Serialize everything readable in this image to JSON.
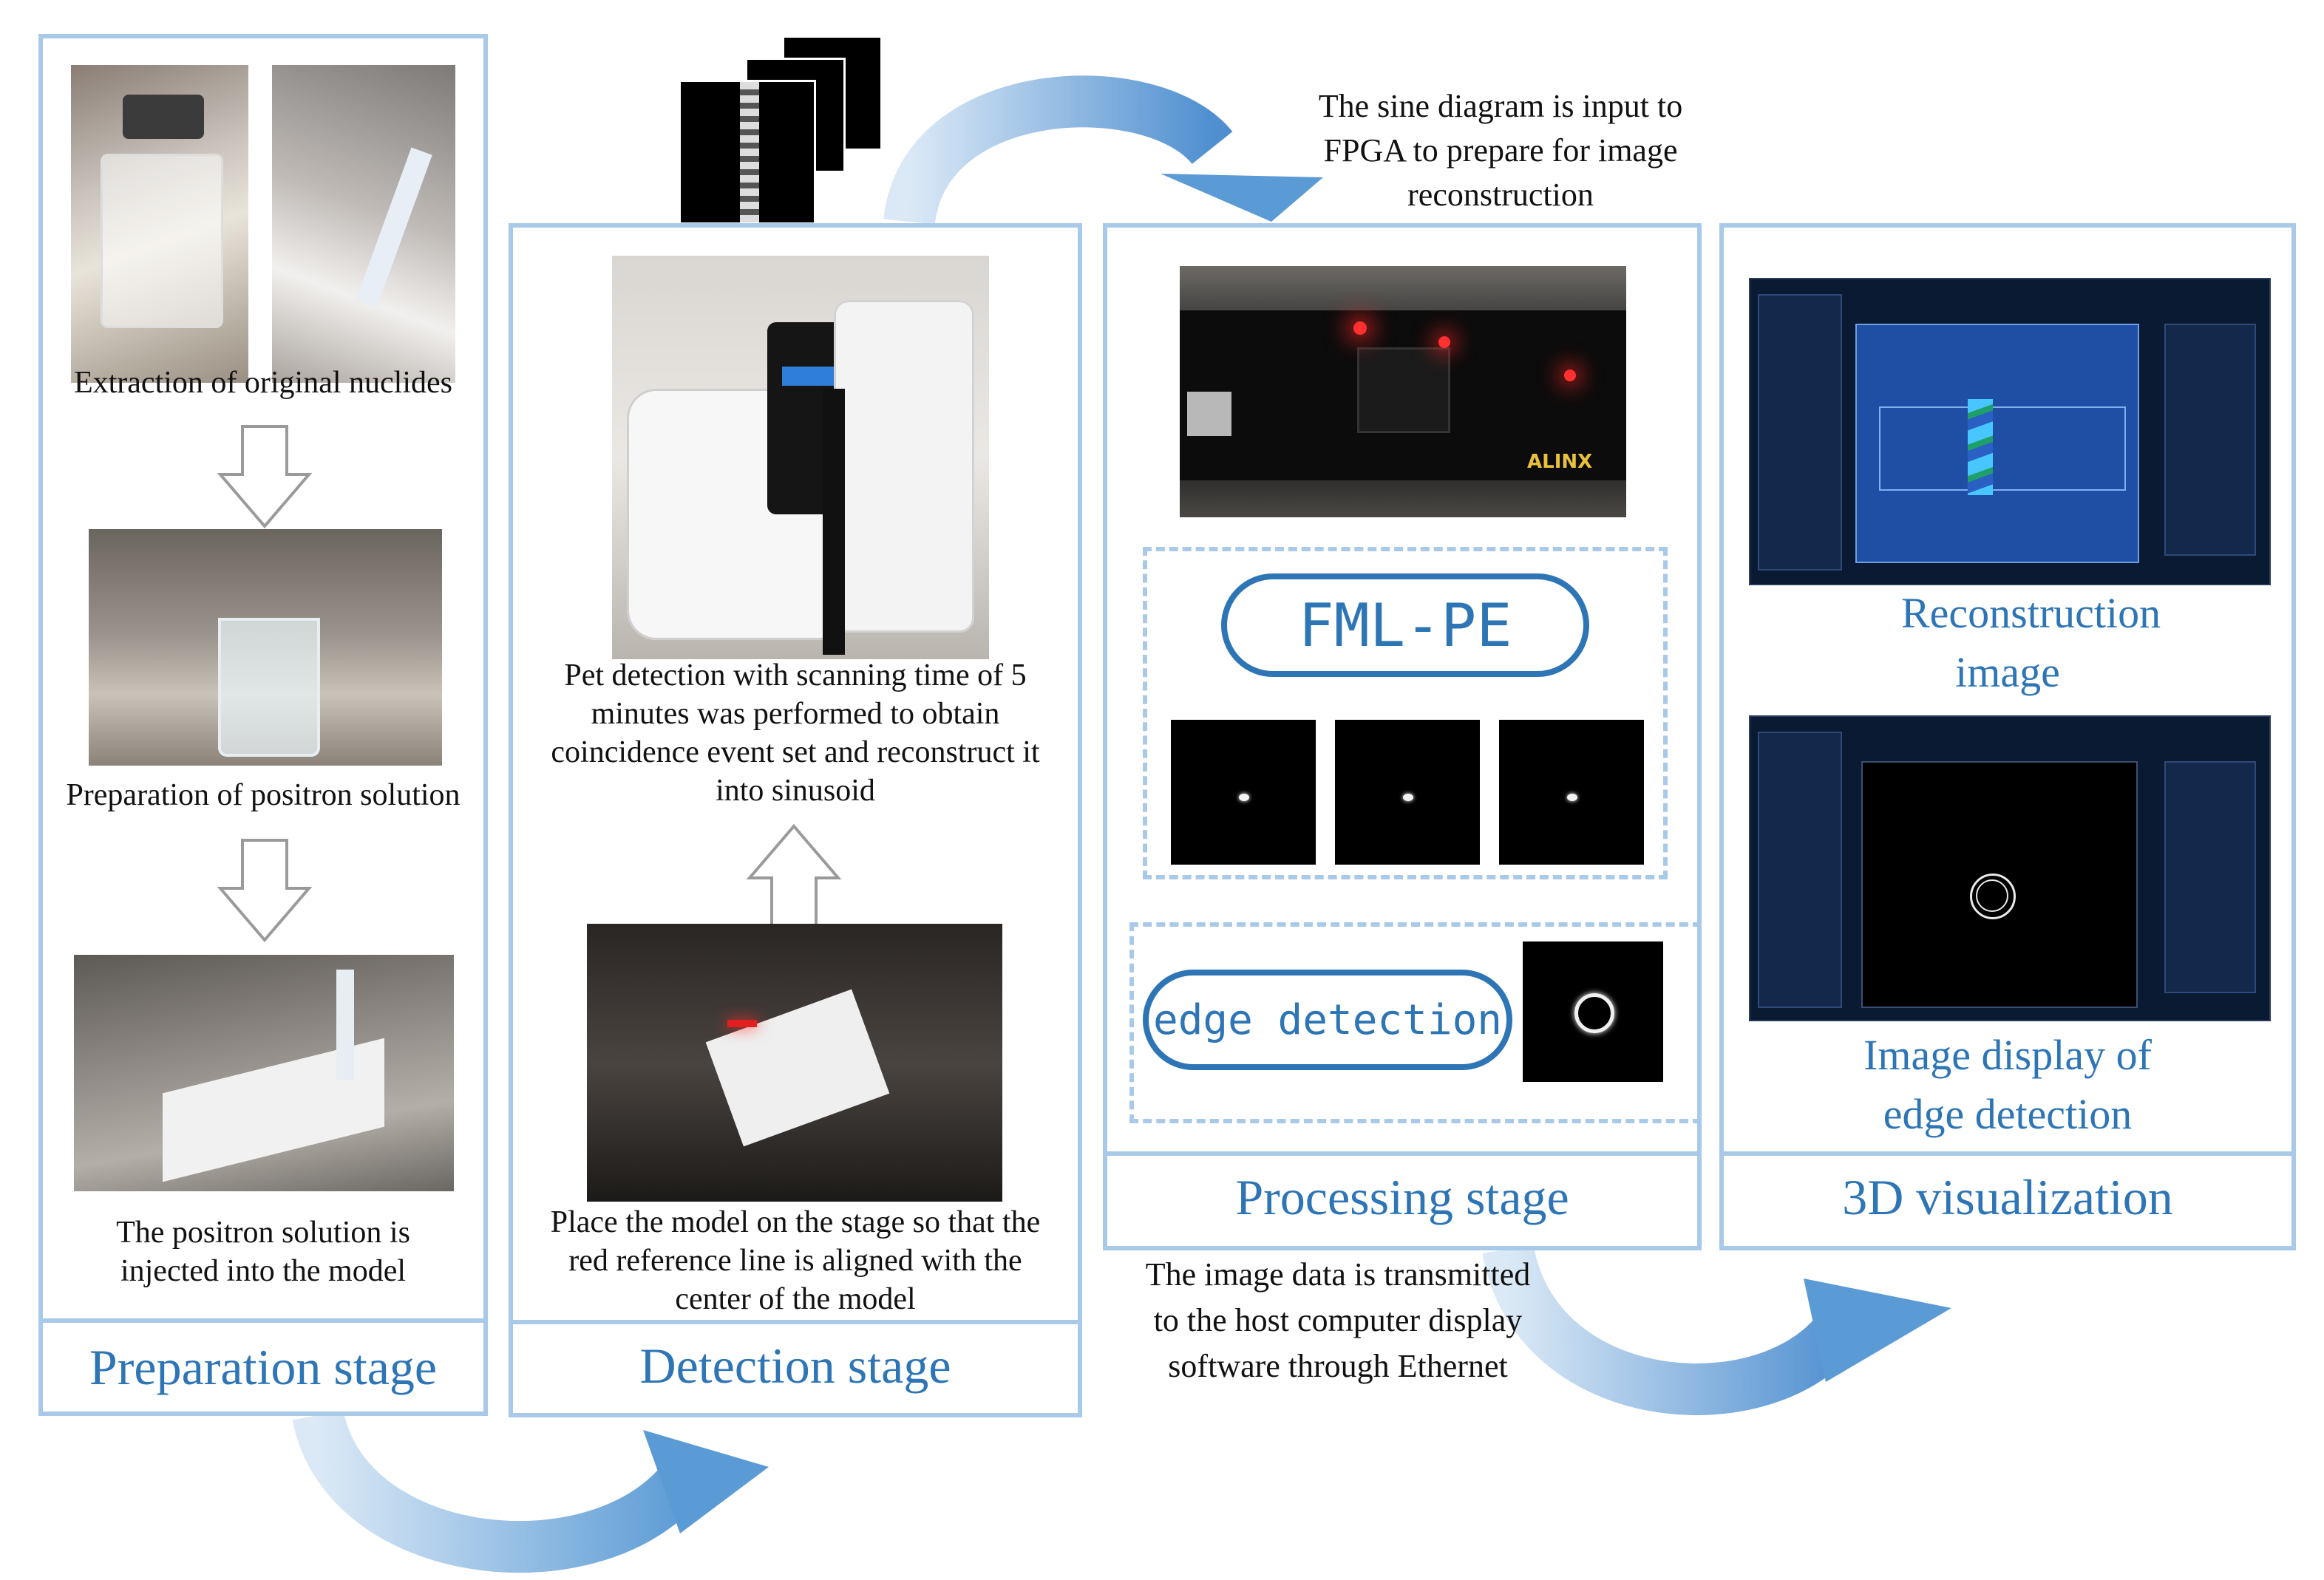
{
  "stages": {
    "preparation": {
      "title": "Preparation stage",
      "step1_caption": "Extraction of original nuclides",
      "step2_caption": "Preparation of positron solution",
      "step3_caption": "The positron solution is injected into the model"
    },
    "detection": {
      "title": "Detection stage",
      "scan_caption": "Pet detection with scanning time of 5 minutes was performed to obtain coincidence event set and reconstruct it into sinusoid",
      "place_caption": "Place the model on the stage so that the red reference line is aligned with the center of the model"
    },
    "processing": {
      "title": "Processing stage",
      "fml_label": "FML-PE",
      "edge_label": "edge detection",
      "board_label": "ALINX"
    },
    "visualization": {
      "title": "3D visualization",
      "recon_caption": "Reconstruction image display",
      "edge_caption": "Image display of edge detection"
    }
  },
  "transitions": {
    "to_fpga": "The sine diagram is input to FPGA to prepare for image reconstruction",
    "to_host": "The image data is transmitted to the host computer display software through Ethernet"
  },
  "colors": {
    "panel_border": "#a9c9e8",
    "title_blue": "#2e75b6",
    "arrow_light": "#cfe2f3",
    "arrow_dark": "#5b9bd5",
    "software_bg": "#0b1a33",
    "recon_field": "#1f4fa5"
  }
}
